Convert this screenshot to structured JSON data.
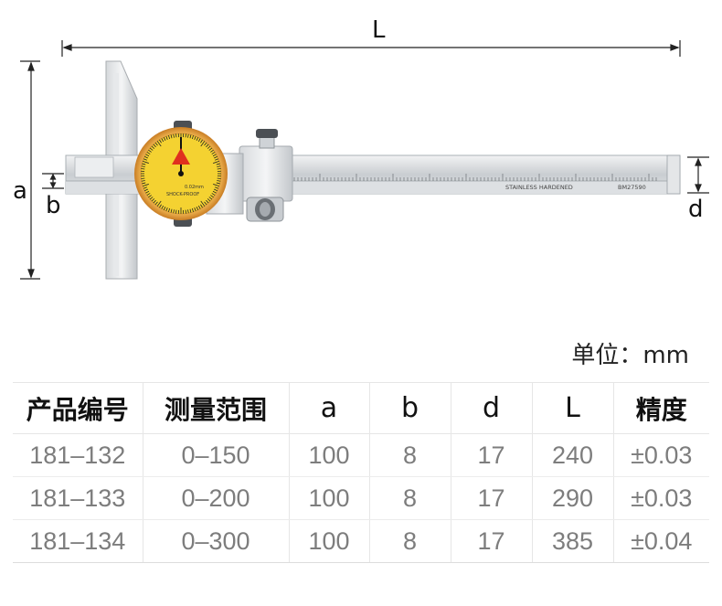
{
  "diagram": {
    "dimension_labels": {
      "L": "L",
      "a": "a",
      "b": "b",
      "d": "d"
    },
    "dial_text": {
      "shock": "SHOCK-PROOF",
      "resolution": "0.02mm"
    },
    "beam_text": {
      "steel": "STAINLESS HARDENED",
      "code": "BM27590"
    }
  },
  "unit_label": "单位：mm",
  "table": {
    "headers": [
      "产品编号",
      "测量范围",
      "a",
      "b",
      "d",
      "L",
      "精度"
    ],
    "rows": [
      [
        "181–132",
        "0–150",
        "100",
        "8",
        "17",
        "240",
        "±0.03"
      ],
      [
        "181–133",
        "0–200",
        "100",
        "8",
        "17",
        "290",
        "±0.03"
      ],
      [
        "181–134",
        "0–300",
        "100",
        "8",
        "17",
        "385",
        "±0.04"
      ]
    ]
  },
  "colors": {
    "dial_face": "#f4d231",
    "dial_rim": "#e39a3a",
    "steel": "#cfd3d7",
    "logo": "#e0301e"
  }
}
